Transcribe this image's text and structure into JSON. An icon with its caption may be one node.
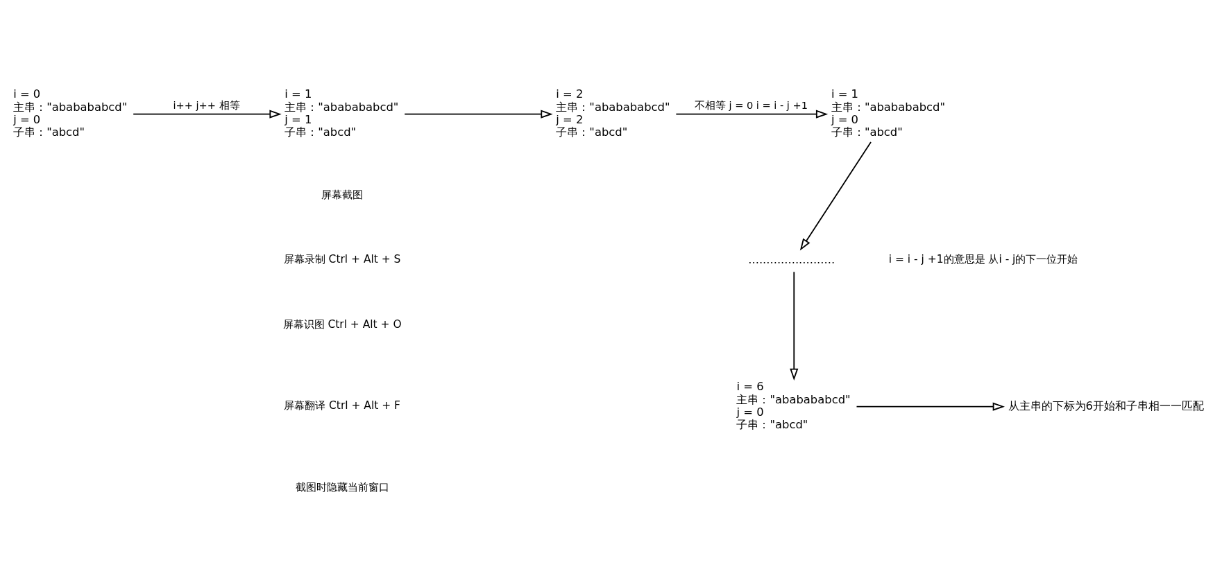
{
  "diagram": {
    "nodes": [
      {
        "text": [
          "i = 0",
          "主串：\"ababababcd\"",
          "j = 0",
          "子串：\"abcd\""
        ]
      },
      {
        "text": [
          "i = 1",
          "主串：\"ababababcd\"",
          "j = 1",
          "子串：\"abcd\""
        ]
      },
      {
        "text": [
          "i = 2",
          "主串：\"ababababcd\"",
          "j = 2",
          "子串：\"abcd\""
        ]
      },
      {
        "text": [
          "i = 1",
          "主串：\"ababababcd\"",
          "j = 0",
          "子串：\"abcd\""
        ]
      },
      {
        "text": [
          "........................"
        ]
      },
      {
        "text": [
          "i = 6",
          "主串：\"ababababcd\"",
          "j = 0",
          "子串：\"abcd\""
        ]
      },
      {
        "text": [
          "从主串的下标为6开始和子串相一一匹配"
        ]
      }
    ],
    "edges": [
      {
        "from": 0,
        "to": 1,
        "arrow": "to",
        "label": "i++ j++ 相等"
      },
      {
        "from": 1,
        "to": 2,
        "arrow": "to"
      },
      {
        "from": 2,
        "to": 3,
        "arrow": "to",
        "label": "不相等 j = 0 i = i - j +1"
      },
      {
        "from": 3,
        "to": 4,
        "arrow": "to"
      },
      {
        "from": 4,
        "to": 5,
        "arrow": "to"
      },
      {
        "from": 5,
        "to": 6,
        "arrow": "to"
      }
    ],
    "labels": [
      "i = i - j +1的意思是 从i - j的下一位开始",
      "屏幕截图",
      "屏幕录制 Ctrl + Alt + S",
      "屏幕识图 Ctrl + Alt + O",
      "屏幕翻译 Ctrl + Alt + F",
      "截图时隐藏当前窗口"
    ]
  }
}
